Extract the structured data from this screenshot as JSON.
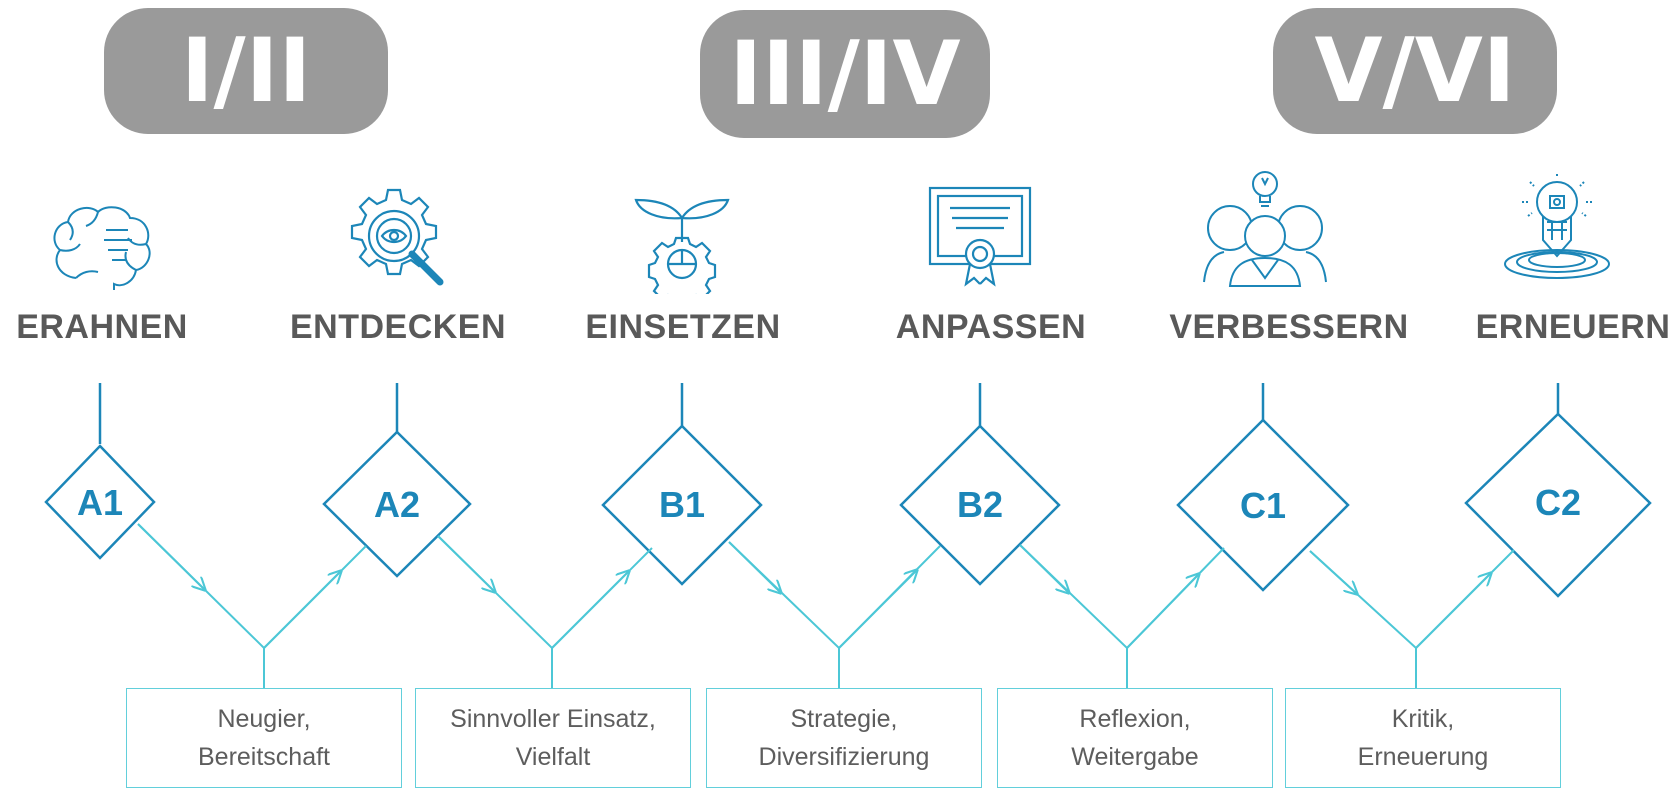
{
  "phases": [
    "I/II",
    "III/IV",
    "V/VI"
  ],
  "stages": [
    {
      "label": "ERAHNEN",
      "level": "A1",
      "icon": "brain-icon"
    },
    {
      "label": "ENTDECKEN",
      "level": "A2",
      "icon": "gear-magnifier-icon"
    },
    {
      "label": "EINSETZEN",
      "level": "B1",
      "icon": "sprouting-gear-icon"
    },
    {
      "label": "ANPASSEN",
      "level": "B2",
      "icon": "certificate-icon"
    },
    {
      "label": "VERBESSERN",
      "level": "C1",
      "icon": "team-idea-icon"
    },
    {
      "label": "ERNEUERN",
      "level": "C2",
      "icon": "lightbulb-target-icon"
    }
  ],
  "descriptions": [
    {
      "line1": "Neugier,",
      "line2": "Bereitschaft"
    },
    {
      "line1": "Sinnvoller Einsatz,",
      "line2": "Vielfalt"
    },
    {
      "line1": "Strategie,",
      "line2": "Diversifizierung"
    },
    {
      "line1": "Reflexion,",
      "line2": "Weitergabe"
    },
    {
      "line1": "Kritik,",
      "line2": "Erneuerung"
    }
  ],
  "colors": {
    "diamond": "#1c86b8",
    "connector": "#4cc7d6",
    "pill": "#9a9a9a",
    "label": "#595959",
    "box_border": "#62cfdb"
  }
}
